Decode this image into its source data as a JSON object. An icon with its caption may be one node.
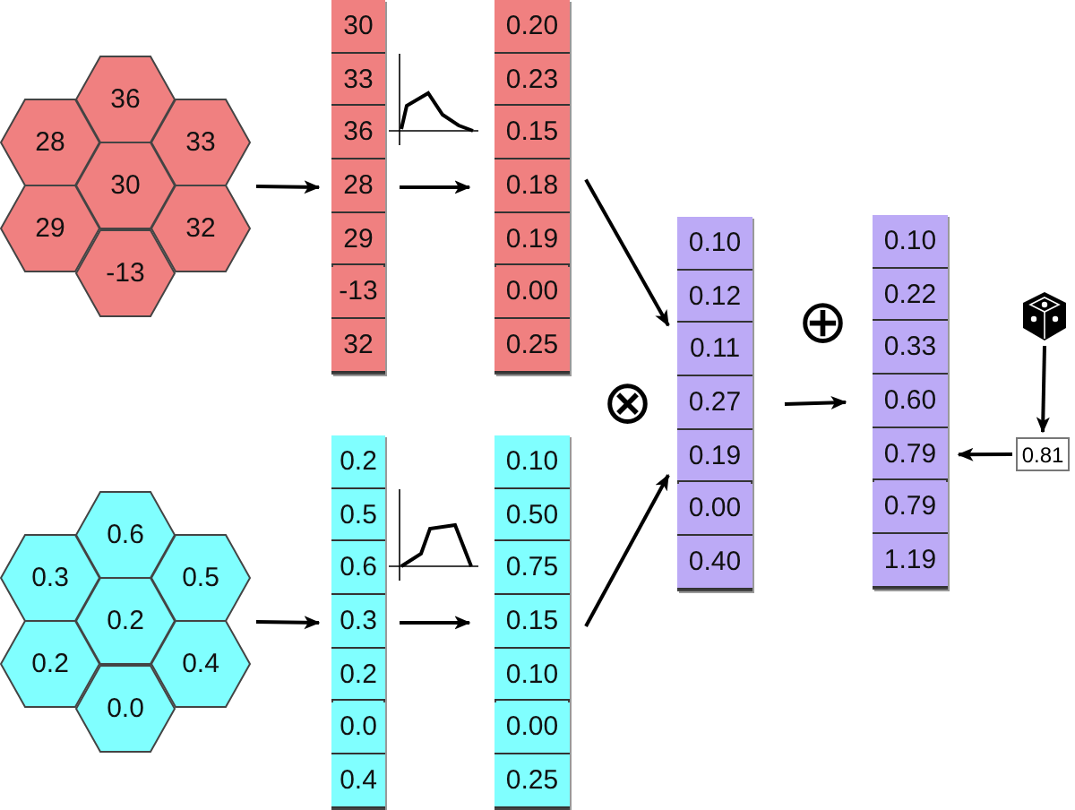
{
  "diagram": {
    "nodes": [
      {
        "text": [],
        "shape": "hexagon"
      },
      {
        "text": [
          "36"
        ],
        "in": 0
      },
      {
        "text": [
          "28"
        ],
        "in": 0
      },
      {
        "text": [
          "33"
        ],
        "in": 0
      },
      {
        "text": [
          "30"
        ],
        "in": 0
      },
      {
        "text": [
          "29"
        ],
        "in": 0
      },
      {
        "text": [
          "32"
        ],
        "in": 0
      },
      {
        "text": [
          "-13"
        ],
        "in": 0
      },
      {
        "text": [],
        "shape": "bar"
      },
      {
        "text": [
          "30"
        ],
        "in": 8
      },
      {
        "text": [
          "33"
        ],
        "in": 8
      },
      {
        "text": [
          "36"
        ],
        "in": 8
      },
      {
        "text": [
          "28"
        ],
        "in": 8
      },
      {
        "text": [
          "29"
        ],
        "in": 8
      },
      {
        "text": [
          "-13"
        ],
        "in": 8
      },
      {
        "text": [
          "32"
        ],
        "in": 8
      },
      {
        "text": [],
        "shape": "bar"
      },
      {
        "text": [
          "0.20"
        ],
        "in": 16
      },
      {
        "text": [
          "0.23"
        ],
        "in": 16
      },
      {
        "text": [
          "0.15"
        ],
        "in": 16
      },
      {
        "text": [
          "0.18"
        ],
        "in": 16
      },
      {
        "text": [
          "0.19"
        ],
        "in": 16
      },
      {
        "text": [
          "0.00"
        ],
        "in": 16
      },
      {
        "text": [
          "0.25"
        ],
        "in": 16
      },
      {
        "text": [],
        "shape": "bar"
      },
      {
        "text": [
          "0.10"
        ],
        "in": 24
      },
      {
        "text": [
          "0.12"
        ],
        "in": 24
      },
      {
        "text": [
          "0.11"
        ],
        "in": 24
      },
      {
        "text": [
          "0.27"
        ],
        "in": 24
      },
      {
        "text": [
          "0.19"
        ],
        "in": 24
      },
      {
        "text": [
          "0.00"
        ],
        "in": 24
      },
      {
        "text": [
          "0.40"
        ],
        "in": 24
      },
      {
        "text": [],
        "shape": "bar"
      },
      {
        "text": [
          "0.10"
        ],
        "in": 32
      },
      {
        "text": [
          "0.22"
        ],
        "in": 32
      },
      {
        "text": [
          "0.33"
        ],
        "in": 32
      },
      {
        "text": [
          "0.60"
        ],
        "in": 32
      },
      {
        "text": [
          "0.79"
        ],
        "in": 32
      },
      {
        "text": [
          "0.79"
        ],
        "in": 32
      },
      {
        "text": [
          "1.19"
        ],
        "in": 32
      },
      {
        "text": [],
        "shape": "dice"
      },
      {
        "text": [
          "0.81"
        ]
      },
      {
        "text": [],
        "shape": "hexagon"
      },
      {
        "text": [
          "0.6"
        ],
        "in": 42
      },
      {
        "text": [
          "0.3"
        ],
        "in": 42
      },
      {
        "text": [
          "0.5"
        ],
        "in": 42
      },
      {
        "text": [
          "0.2"
        ],
        "in": 42
      },
      {
        "text": [
          "0.2"
        ],
        "in": 42
      },
      {
        "text": [
          "0.4"
        ],
        "in": 42
      },
      {
        "text": [
          "0.0"
        ],
        "in": 42
      },
      {
        "text": [],
        "shape": "bar"
      },
      {
        "text": [
          "0.2"
        ],
        "in": 50
      },
      {
        "text": [
          "0.5"
        ],
        "in": 50
      },
      {
        "text": [
          "0.6"
        ],
        "in": 50
      },
      {
        "text": [
          "0.3"
        ],
        "in": 50
      },
      {
        "text": [
          "0.2"
        ],
        "in": 50
      },
      {
        "text": [
          "0.0"
        ],
        "in": 50
      },
      {
        "text": [
          "0.4"
        ],
        "in": 50
      },
      {
        "text": [],
        "shape": "bar"
      },
      {
        "text": [
          "0.10"
        ],
        "in": 58
      },
      {
        "text": [
          "0.50"
        ],
        "in": 58
      },
      {
        "text": [
          "0.75"
        ],
        "in": 58
      },
      {
        "text": [
          "0.15"
        ],
        "in": 58
      },
      {
        "text": [
          "0.10"
        ],
        "in": 58
      },
      {
        "text": [
          "0.00"
        ],
        "in": 58
      },
      {
        "text": [
          "0.25"
        ],
        "in": 58
      }
    ],
    "edges": [
      {
        "from": 0,
        "to": 8,
        "arrow": "to"
      },
      {
        "from": 8,
        "to": 16,
        "arrow": "to"
      },
      {
        "from": 16,
        "to": 24,
        "arrow": "to"
      },
      {
        "from": 42,
        "to": 50,
        "arrow": "to"
      },
      {
        "from": 50,
        "to": 58,
        "arrow": "to"
      },
      {
        "from": 58,
        "to": 24,
        "arrow": "to"
      },
      {
        "from": 24,
        "to": 32,
        "arrow": "to"
      },
      {
        "from": 40,
        "to": 41,
        "arrow": "to"
      },
      {
        "from": 41,
        "to": 37,
        "arrow": "to"
      }
    ],
    "labels": [
      "⊗",
      "⊕"
    ]
  }
}
